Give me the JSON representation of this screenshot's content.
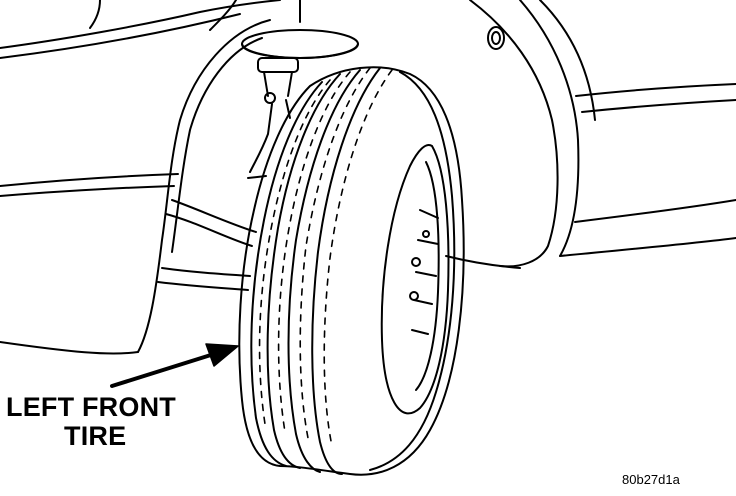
{
  "callout": {
    "line1": "LEFT FRONT",
    "line2": "TIRE"
  },
  "figure_id": "80b27d1a",
  "colors": {
    "ink": "#000000",
    "paper": "#ffffff"
  }
}
